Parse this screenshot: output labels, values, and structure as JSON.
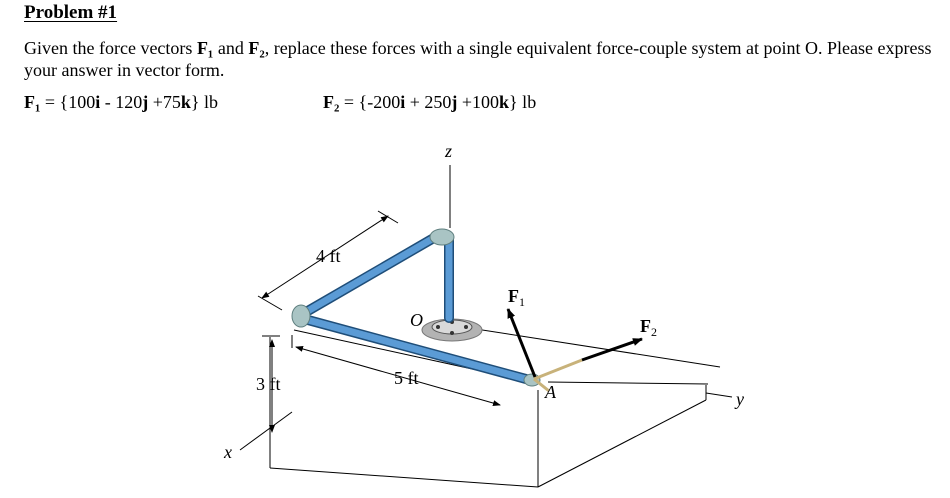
{
  "problem": {
    "title": "Problem #1",
    "statement_1": "Given the force vectors ",
    "f1_sym": "F₁",
    "statement_2": " and ",
    "f2_sym": "F₂",
    "statement_3": ", replace these forces with a single equivalent force-couple system at point O. Please express your answer in vector form."
  },
  "equations": {
    "f1_lhs": "F₁",
    "f1_eq": " = {100",
    "f1_i": "i",
    "f1_mid1": " - 120",
    "f1_j": "j",
    "f1_mid2": " +75",
    "f1_k": "k",
    "f1_end": "} lb",
    "f2_lhs": "F₂",
    "f2_eq": " = {-200",
    "f2_i": "i",
    "f2_mid1": " + 250",
    "f2_j": "j",
    "f2_mid2": " +100",
    "f2_k": "k",
    "f2_end": "} lb"
  },
  "figure": {
    "axis_z": "z",
    "axis_y": "y",
    "axis_x": "x",
    "dim_4ft": "4 ft",
    "dim_5ft": "5 ft",
    "dim_3ft": "3 ft",
    "point_o": "O",
    "point_a": "A",
    "force_1_letter": "F",
    "force_1_sub": "1",
    "force_2_letter": "F",
    "force_2_sub": "2",
    "pipe_color": "#5b9bd5",
    "joint_color": "#a9c4c4"
  }
}
